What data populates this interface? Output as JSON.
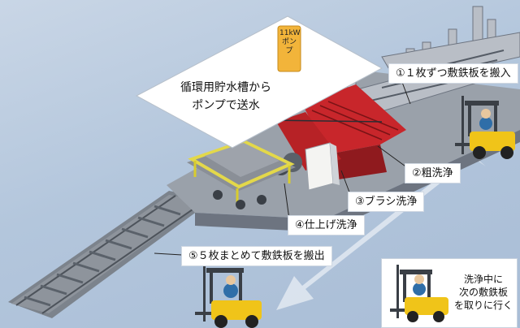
{
  "pump": {
    "label_line1": "11kW",
    "label_line2": "ポンプ"
  },
  "note": {
    "line1": "循環用貯水槽から",
    "line2": "ポンプで送水"
  },
  "steps": [
    {
      "label": "①１枚ずつ敷鉄板を搬入"
    },
    {
      "label": "②粗洗浄"
    },
    {
      "label": "③ブラシ洗浄"
    },
    {
      "label": "④仕上げ洗浄"
    },
    {
      "label": "⑤５枚まとめて敷鉄板を搬出"
    }
  ],
  "hint": {
    "line1": "洗浄中に",
    "line2": "次の敷鉄板",
    "line3": "を取りに行く"
  },
  "colors": {
    "rough_wash_unit": "#c8262b",
    "finish_unit": "#e3d84a",
    "forklift_body": "#f0c419",
    "arrow": "#ffffff",
    "frame": "#6d7480"
  }
}
